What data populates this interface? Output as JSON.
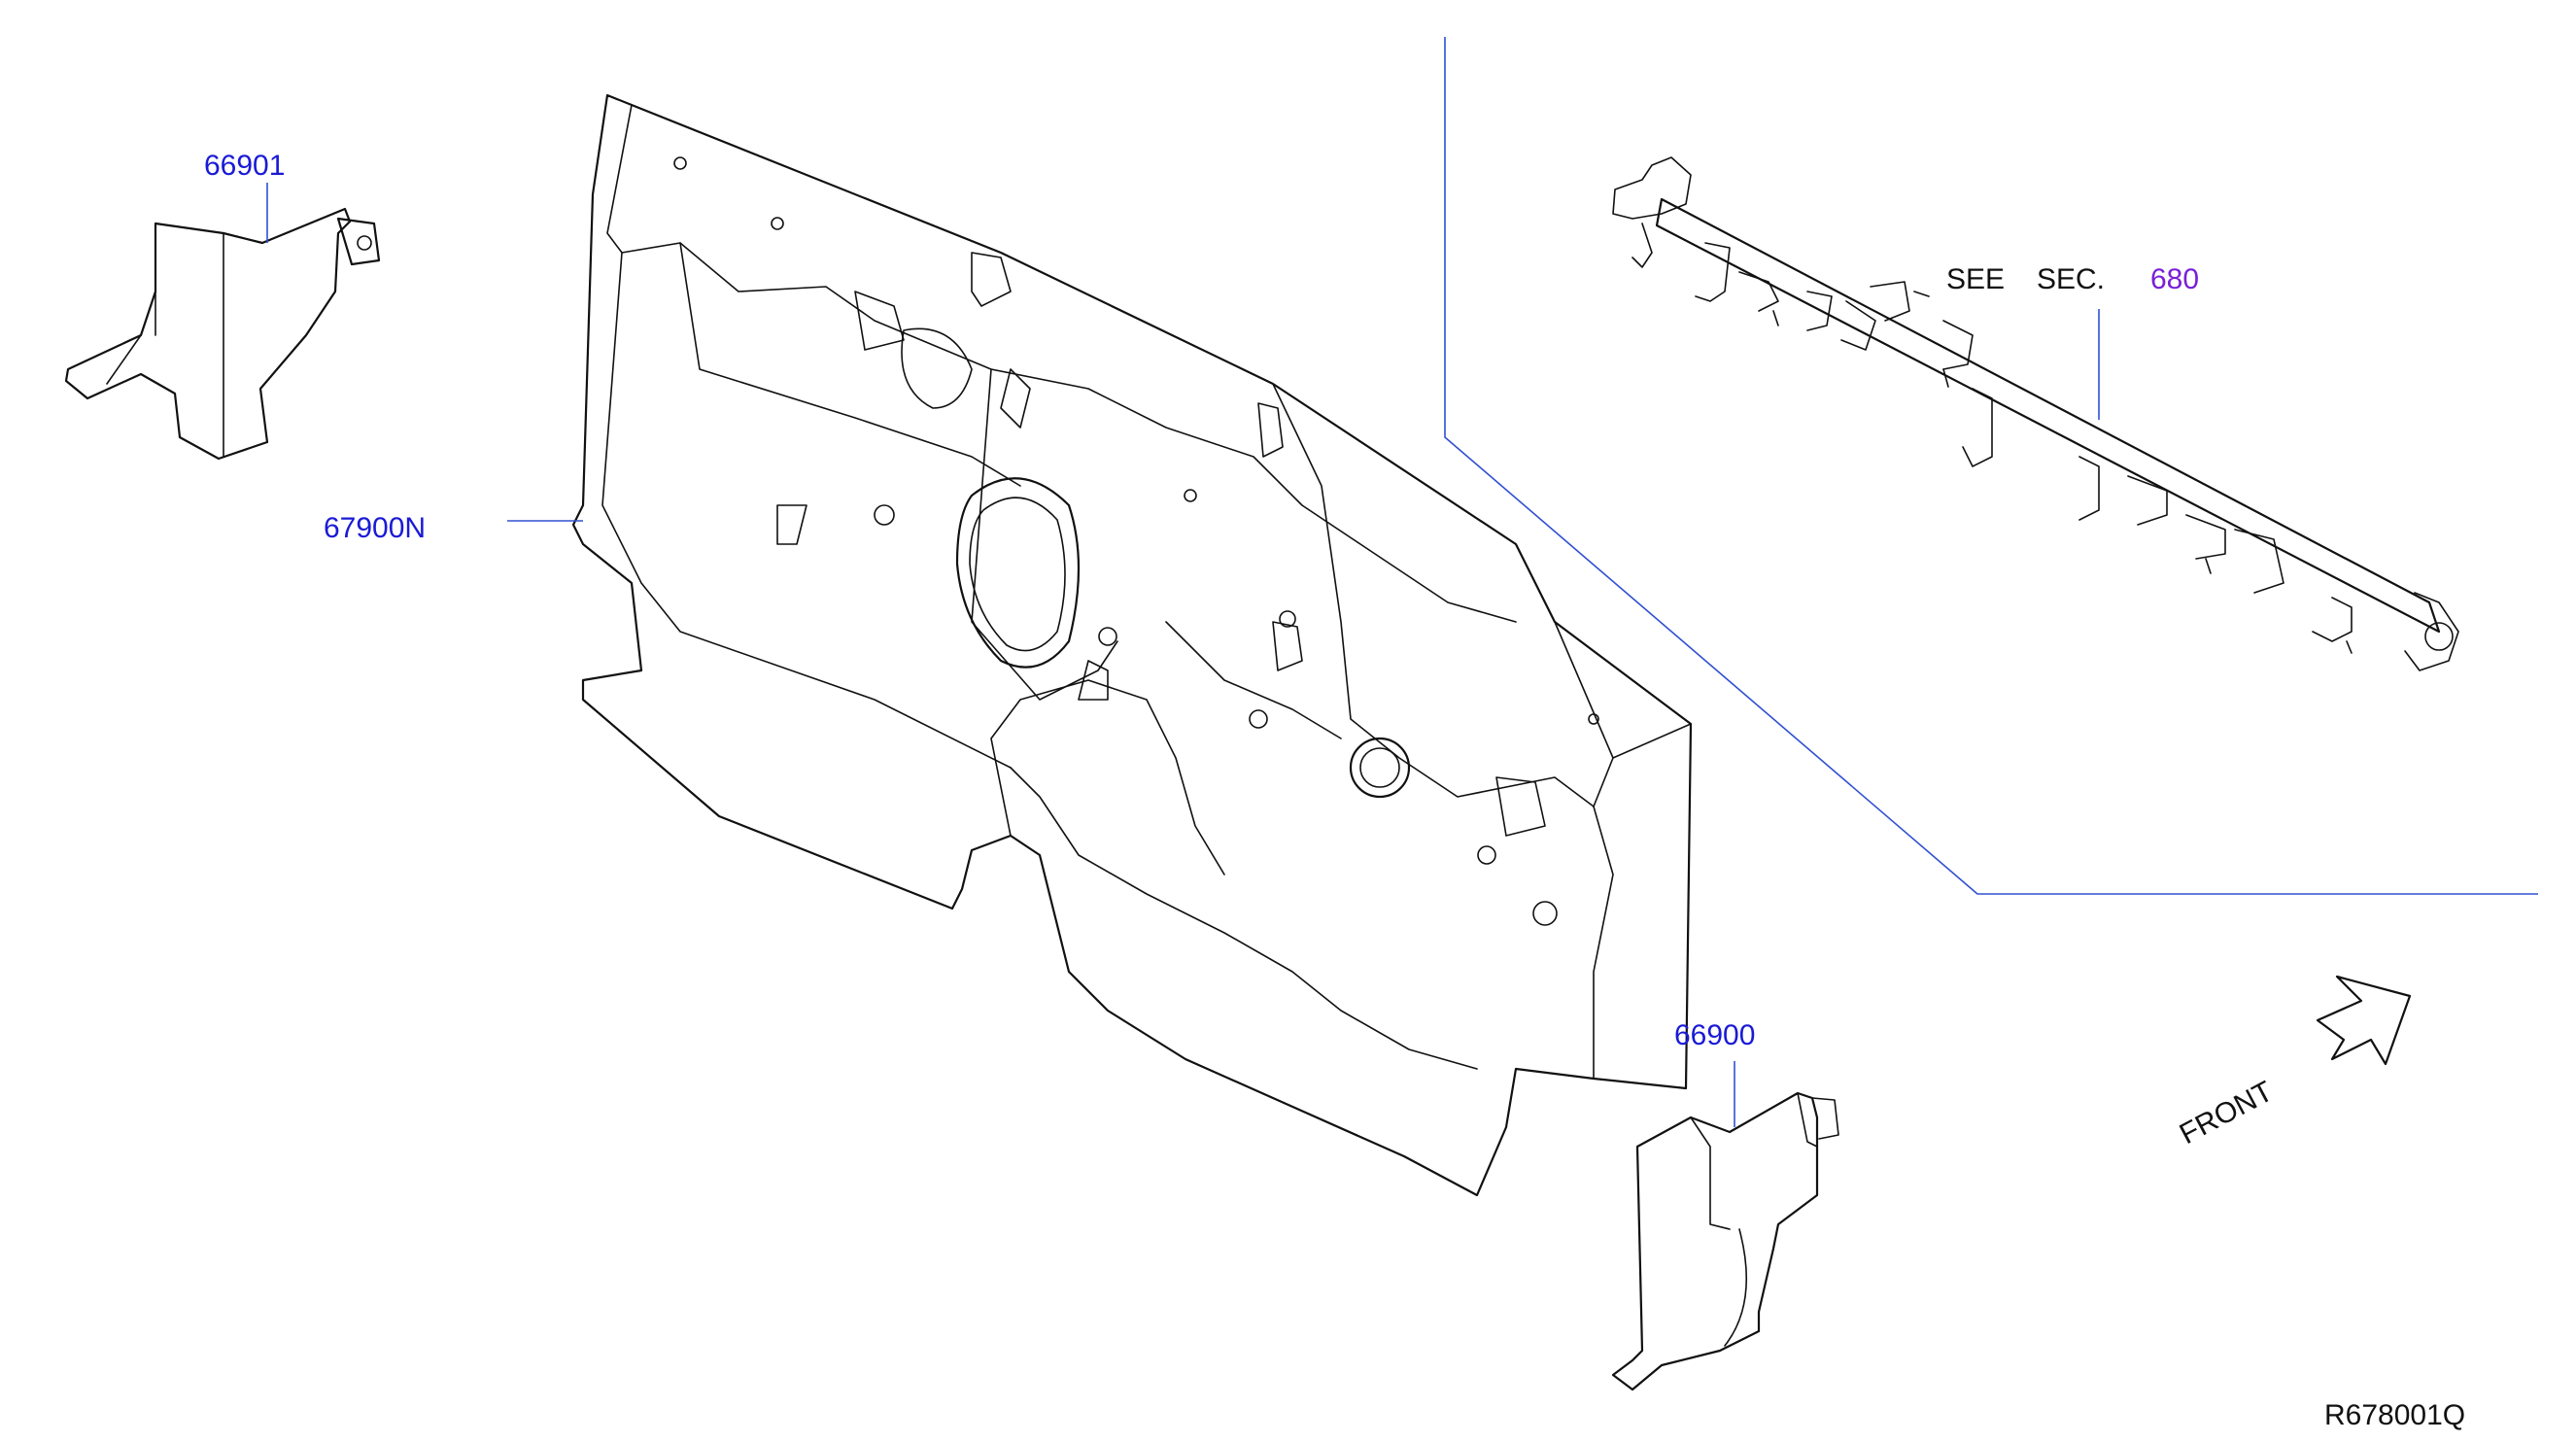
{
  "labels": {
    "part_66901": "66901",
    "part_67900n": "67900N",
    "part_66900": "66900",
    "see": "SEE",
    "sec": "SEC.",
    "sec_number": "680",
    "front": "FRONT",
    "drawing_code": "R678001Q"
  },
  "colors": {
    "part_number_text": "#1a1ad6",
    "section_ref_text": "#7a1fd6",
    "leader_line": "#3050d0",
    "line_art": "#111111"
  },
  "icons": [
    "front-arrow-icon"
  ]
}
